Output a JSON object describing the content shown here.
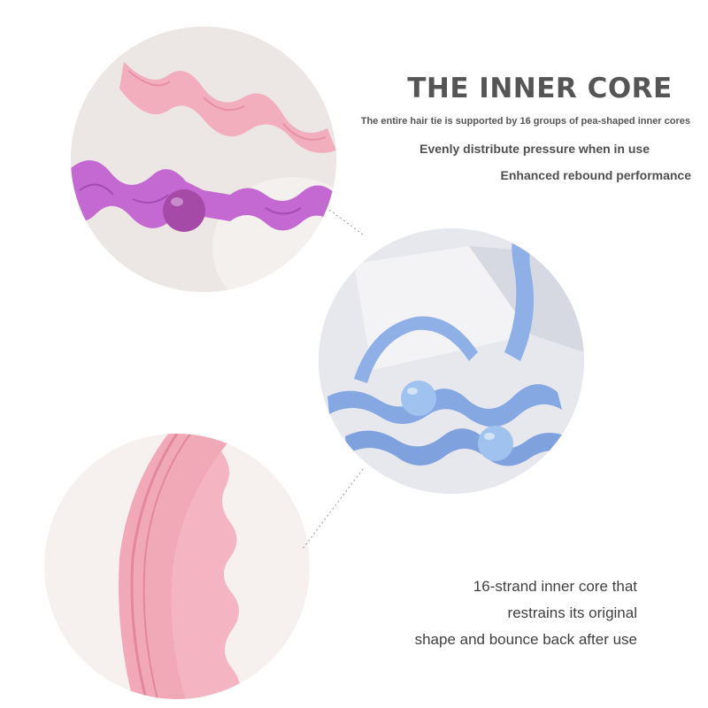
{
  "heading": {
    "title": "THE INNER CORE",
    "subtitle": "The entire hair tie is supported by 16 groups of pea-shaped inner cores",
    "bullet_1": "Evenly distribute pressure when in use",
    "bullet_2": "Enhanced rebound performance"
  },
  "bottom_text": {
    "line_1": "16-strand inner core that",
    "line_2": "restrains its original",
    "line_3": "shape and bounce back after use"
  },
  "colors": {
    "pink": "#f2aebd",
    "purple": "#c569d2",
    "bead_purple": "#a54aa6",
    "blue": "#8fb0e6",
    "bead_blue": "#9fc3ee",
    "text": "#555555"
  }
}
